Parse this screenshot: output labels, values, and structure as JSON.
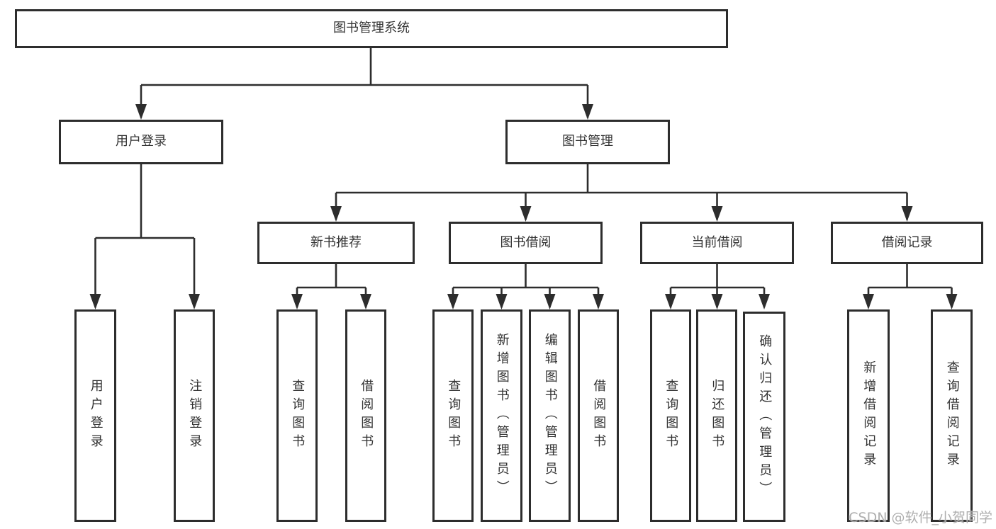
{
  "tree": {
    "root": "图书管理系统",
    "children": [
      {
        "label": "用户登录",
        "children": [
          "用户登录",
          "注销登录"
        ]
      },
      {
        "label": "图书管理",
        "children": [
          {
            "label": "新书推荐",
            "children": [
              "查询图书",
              "借阅图书"
            ]
          },
          {
            "label": "图书借阅",
            "children": [
              "查询图书",
              "新增图书（管理员）",
              "编辑图书（管理员）",
              "借阅图书"
            ]
          },
          {
            "label": "当前借阅",
            "children": [
              "查询图书",
              "归还图书",
              "确认归还（管理员）"
            ]
          },
          {
            "label": "借阅记录",
            "children": [
              "新增借阅记录",
              "查询借阅记录"
            ]
          }
        ]
      }
    ]
  },
  "watermark": "CSDN @软件_小贺同学",
  "colors": {
    "line": "#2d2d2d",
    "box_border": "#2d2d2d",
    "text": "#333333",
    "watermark": "#ababab",
    "background": "#ffffff"
  }
}
